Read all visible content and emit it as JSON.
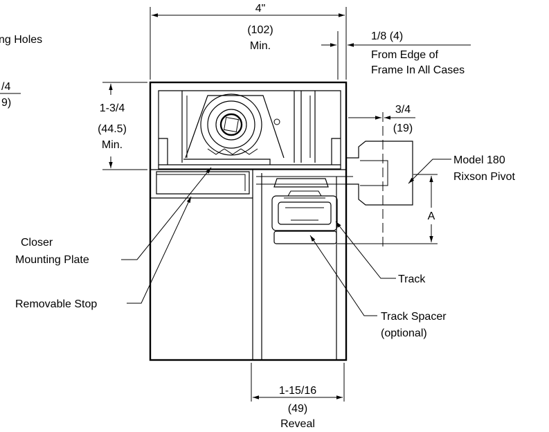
{
  "labels": {
    "mounting_holes": "ng Holes",
    "partial_top": "/4",
    "partial_bottom": "9)",
    "width_value": "4\"",
    "width_mm": "(102)",
    "width_min": "Min.",
    "edge_value": "1/8 (4)",
    "edge_line1": "From Edge of",
    "edge_line2": "Frame In All Cases",
    "height_value": "1-3/4",
    "height_mm": "(44.5)",
    "height_min": "Min.",
    "offset_value": "3/4",
    "offset_mm": "(19)",
    "pivot_line1": "Model 180",
    "pivot_line2": "Rixson Pivot",
    "dim_a": "A",
    "closer_line1": "Closer",
    "closer_line2": "Mounting Plate",
    "removable_stop": "Removable Stop",
    "track": "Track",
    "spacer_line1": "Track Spacer",
    "spacer_line2": "(optional)",
    "reveal_value": "1-15/16",
    "reveal_mm": "(49)",
    "reveal_word": "Reveal"
  }
}
